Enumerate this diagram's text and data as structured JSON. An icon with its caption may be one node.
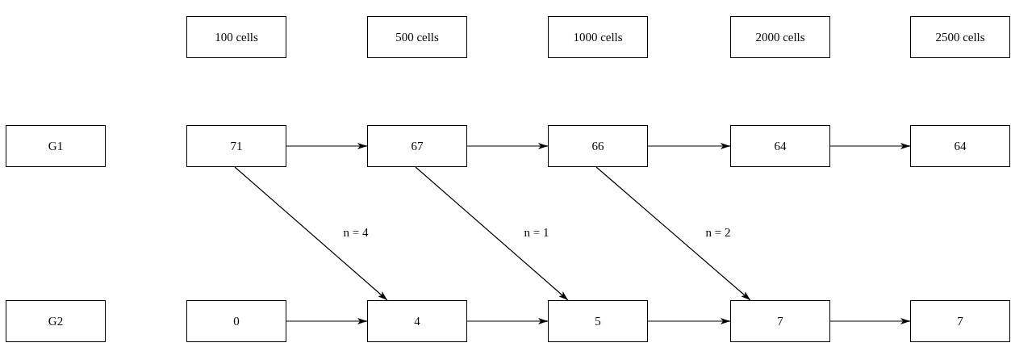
{
  "diagram": {
    "nodes": [
      {
        "text": [
          "100 cells"
        ]
      },
      {
        "text": [
          "500 cells"
        ]
      },
      {
        "text": [
          "1000 cells"
        ]
      },
      {
        "text": [
          "2000 cells"
        ]
      },
      {
        "text": [
          "2500 cells"
        ]
      },
      {
        "text": [
          "G1"
        ]
      },
      {
        "text": [
          "71"
        ]
      },
      {
        "text": [
          "67"
        ]
      },
      {
        "text": [
          "66"
        ]
      },
      {
        "text": [
          "64"
        ]
      },
      {
        "text": [
          "64"
        ]
      },
      {
        "text": [
          "G2"
        ]
      },
      {
        "text": [
          "0"
        ]
      },
      {
        "text": [
          "4"
        ]
      },
      {
        "text": [
          "5"
        ]
      },
      {
        "text": [
          "7"
        ]
      },
      {
        "text": [
          "7"
        ]
      }
    ],
    "edges": [
      {
        "from": 6,
        "to": 7,
        "arrow": "to"
      },
      {
        "from": 7,
        "to": 8,
        "arrow": "to"
      },
      {
        "from": 8,
        "to": 9,
        "arrow": "to"
      },
      {
        "from": 9,
        "to": 10,
        "arrow": "to"
      },
      {
        "from": 12,
        "to": 13,
        "arrow": "to"
      },
      {
        "from": 13,
        "to": 14,
        "arrow": "to"
      },
      {
        "from": 14,
        "to": 15,
        "arrow": "to"
      },
      {
        "from": 15,
        "to": 16,
        "arrow": "to"
      },
      {
        "from": 6,
        "to": 13,
        "arrow": "to",
        "label": "n = 4"
      },
      {
        "from": 7,
        "to": 14,
        "arrow": "to",
        "label": "n = 1"
      },
      {
        "from": 8,
        "to": 15,
        "arrow": "to",
        "label": "n = 2"
      }
    ]
  }
}
